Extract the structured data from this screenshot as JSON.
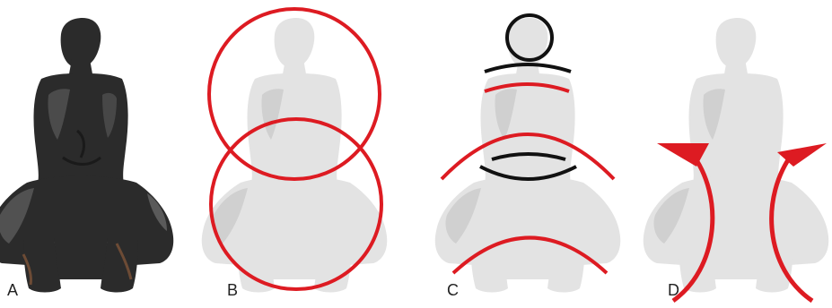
{
  "panels": [
    {
      "label": "A",
      "statue_style": "bronze"
    },
    {
      "label": "B",
      "statue_style": "faded"
    },
    {
      "label": "C",
      "statue_style": "faded"
    },
    {
      "label": "D",
      "statue_style": "faded"
    }
  ],
  "colors": {
    "bronze_dark": "#2b2b2b",
    "bronze_mid": "#4a4a4a",
    "bronze_highlight": "#7a7a7a",
    "bronze_copper": "#8a5a3a",
    "faded_fill": "#e3e3e3",
    "faded_shade": "#d0d0d0",
    "annotation_red": "#dd1b22",
    "annotation_black": "#111111"
  },
  "annotations": {
    "B": "two-overlapping-circles",
    "C": "head-circle-and-arcs",
    "D": "curved-arrows"
  }
}
